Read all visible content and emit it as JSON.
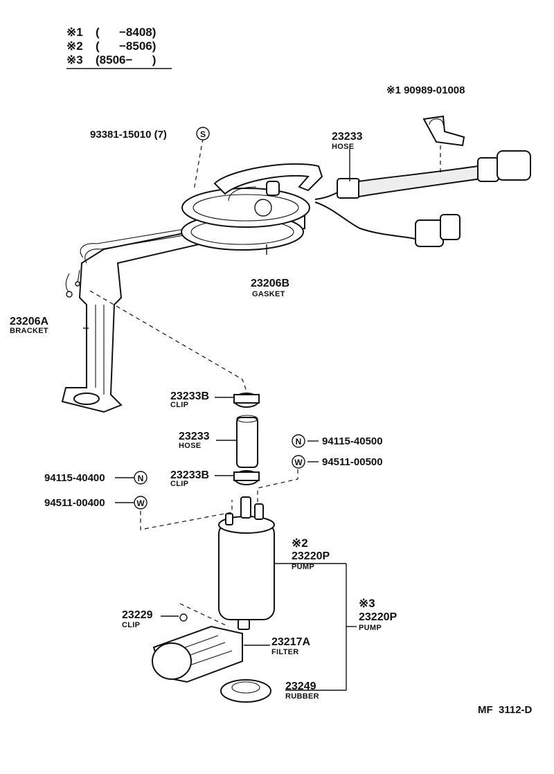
{
  "notes": [
    {
      "mark": "※1",
      "text": "(      −8408)"
    },
    {
      "mark": "※2",
      "text": "(      −8506)"
    },
    {
      "mark": "※3",
      "text": "(8506−      )"
    }
  ],
  "parts": {
    "p1": {
      "number": "※1 90989-01008"
    },
    "p2": {
      "number": "93381-15010 (7)",
      "symbol": "S"
    },
    "p3": {
      "number": "23233",
      "name": "HOSE"
    },
    "p4": {
      "number": "23206B",
      "name": "GASKET"
    },
    "p5": {
      "number": "23206A",
      "name": "BRACKET"
    },
    "p6": {
      "number": "23233B",
      "name": "CLIP"
    },
    "p7": {
      "number": "23233",
      "name": "HOSE"
    },
    "p8": {
      "number": "23233B",
      "name": "CLIP"
    },
    "p9": {
      "number": "94115-40500",
      "symbol": "N"
    },
    "p10": {
      "number": "94511-00500",
      "symbol": "W"
    },
    "p11": {
      "number": "94115-40400",
      "symbol": "N"
    },
    "p12": {
      "number": "94511-00400",
      "symbol": "W"
    },
    "p13": {
      "mark": "※2",
      "number": "23220P",
      "name": "PUMP"
    },
    "p14": {
      "mark": "※3",
      "number": "23220P",
      "name": "PUMP"
    },
    "p15": {
      "number": "23229",
      "name": "CLIP"
    },
    "p16": {
      "number": "23217A",
      "name": "FILTER"
    },
    "p17": {
      "number": "23249",
      "name": "RUBBER"
    }
  },
  "footer": {
    "code": "MF  3112-D"
  }
}
